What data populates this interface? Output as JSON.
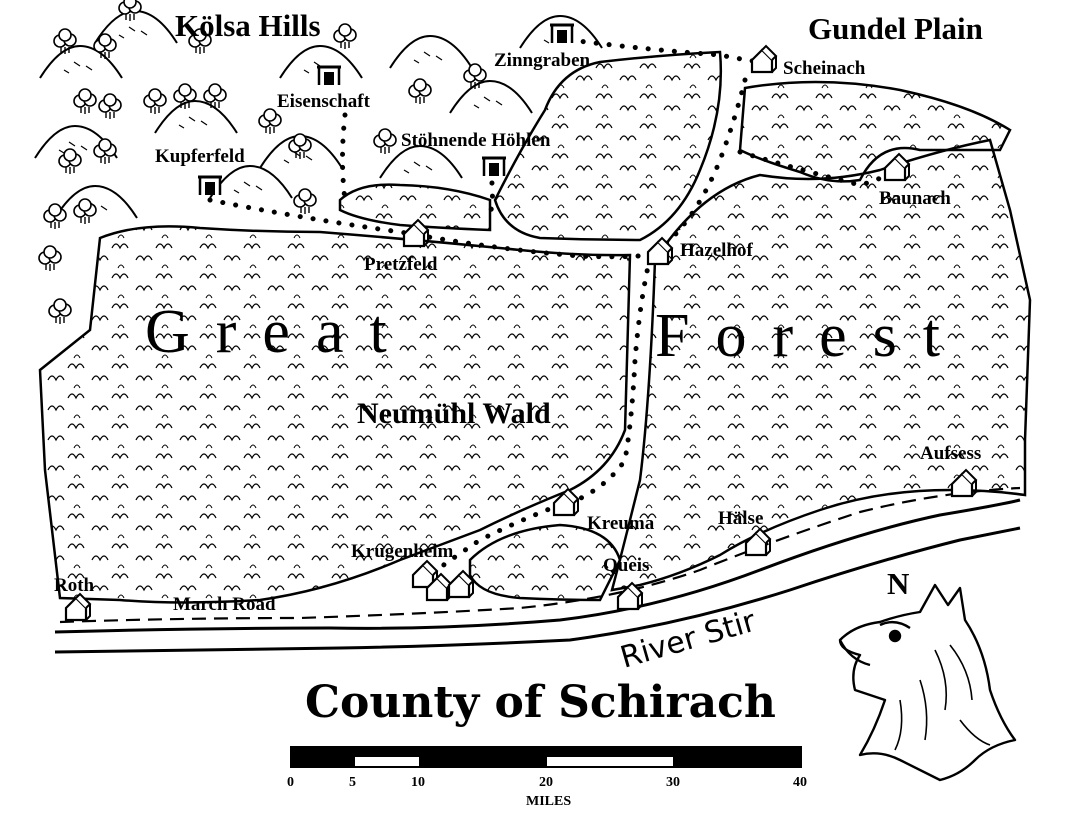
{
  "map": {
    "title": "County of Schirach",
    "regions": {
      "kolsa_hills": "Kölsa Hills",
      "gundel_plain": "Gundel Plain",
      "great_forest_left": "Great",
      "great_forest_right": "Forest",
      "neumuhl_wald": "Neumühl Wald"
    },
    "settlements": {
      "zinngraben": "Zinngraben",
      "scheinach": "Scheinach",
      "eisenschaft": "Eisenschaft",
      "stohnende_hohlen": "Stöhnende Höhlen",
      "kupferfeld": "Kupferfeld",
      "baunach": "Baunach",
      "hazelhof": "Hazelhof",
      "pretzfeld": "Pretzfeld",
      "aufsess": "Aufsess",
      "halse": "Hälse",
      "kreuma": "Kreuma",
      "krugenheim": "Krugenheim",
      "queis": "Queis",
      "roth": "Roth"
    },
    "roads": {
      "march_road": "March Road"
    },
    "rivers": {
      "river_stir": "River Stir"
    },
    "compass": {
      "north": "N"
    },
    "scale_bar": {
      "ticks": [
        "0",
        "5",
        "10",
        "20",
        "30",
        "40"
      ],
      "unit": "MILES"
    },
    "colors": {
      "ink": "#000000",
      "paper": "#ffffff"
    },
    "icons": {
      "mine": "mine-entrance-icon",
      "village": "house-icon",
      "tree": "tree-icon",
      "hill": "hill-icon",
      "compass": "griffin-head-icon"
    }
  }
}
